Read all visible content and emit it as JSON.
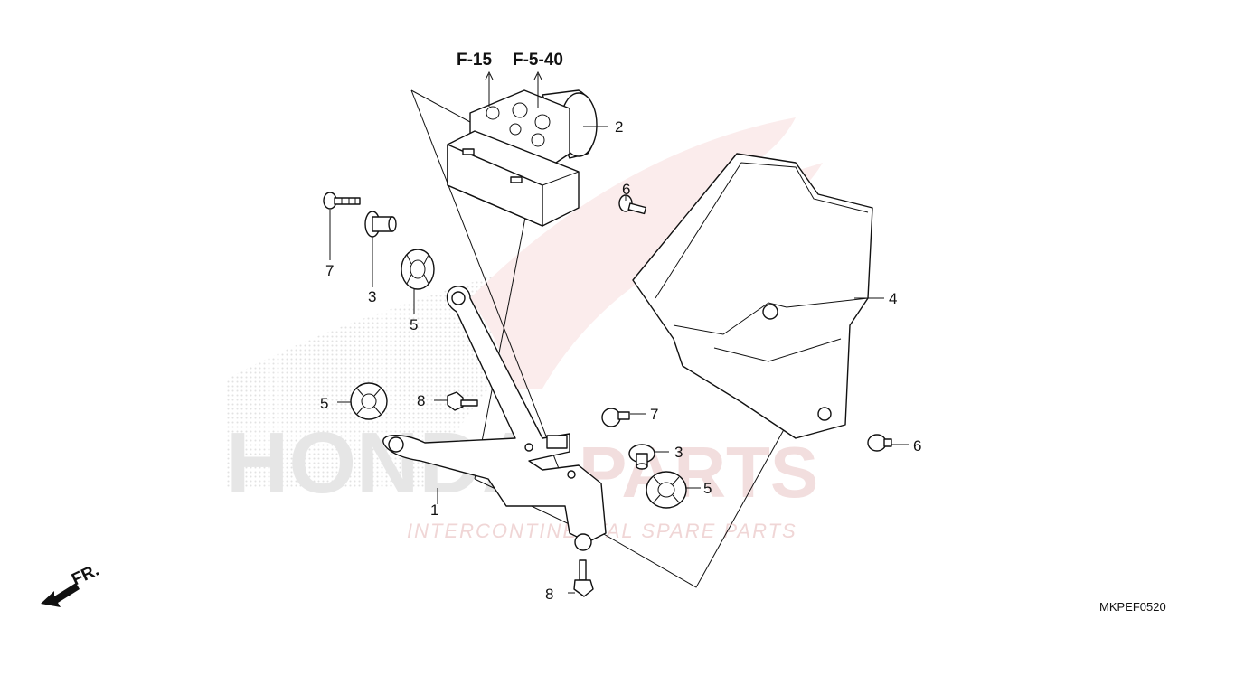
{
  "diagram": {
    "references": [
      "F-15",
      "F-5-40"
    ],
    "diagram_code": "MKPEF0520",
    "front_marker": "FR.",
    "watermark": {
      "brand": "HONDA",
      "shop": "PARTS",
      "tagline": "INTERCONTINENTAL SPARE PARTS"
    },
    "callouts": {
      "c1": "1",
      "c2": "2",
      "c3a": "3",
      "c3b": "3",
      "c4": "4",
      "c5a": "5",
      "c5b": "5",
      "c5c": "5",
      "c6a": "6",
      "c6b": "6",
      "c7a": "7",
      "c7b": "7",
      "c8a": "8",
      "c8b": "8"
    },
    "colors": {
      "line": "#111111",
      "watermark_gray": "#e6e6e6",
      "watermark_red": "#f2dede"
    }
  }
}
